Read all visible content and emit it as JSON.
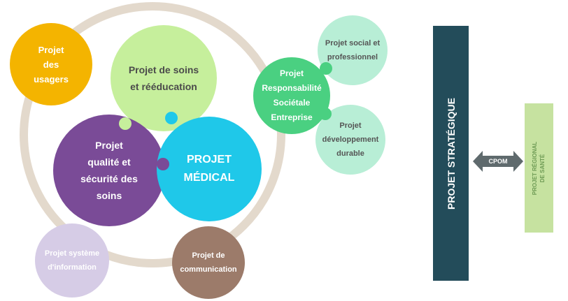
{
  "diagram": {
    "ring_color": "#e3d9cc",
    "nodes": {
      "usagers": {
        "label": "Projet\ndes\nusagers",
        "color": "#f4b400"
      },
      "soins": {
        "label": "Projet de soins\net rééducation",
        "color": "#c6ef9c"
      },
      "qualite": {
        "label": "Projet\nqualité et\nsécurité des\nsoins",
        "color": "#7a4b97"
      },
      "medical": {
        "label": "PROJET\nMÉDICAL",
        "color": "#1fc8e9"
      },
      "rse": {
        "label": "Projet\nResponsabilité\nSociétale\nEntreprise",
        "color": "#4ad081"
      },
      "social": {
        "label": "Projet social et\nprofessionnel",
        "color": "#b8eed6"
      },
      "developpement": {
        "label": "Projet\ndéveloppement\ndurable",
        "color": "#b8eed6"
      },
      "information": {
        "label": "Projet système\nd'information",
        "color": "#d6cce6"
      },
      "communication": {
        "label": "Projet de\ncommunication",
        "color": "#9c7b6a"
      }
    },
    "strategique": {
      "label": "PROJET STRATÉGIQUE",
      "color": "#234c5a"
    },
    "cpom": {
      "label": "CPOM",
      "color": "#5f6a6d"
    },
    "regional": {
      "label": "PROJET RÉGIONAL\nDE SANTÉ",
      "color": "#c6e2a0"
    }
  }
}
